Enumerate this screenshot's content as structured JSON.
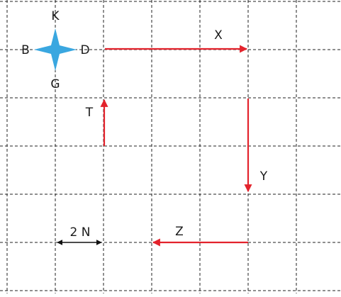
{
  "compass": {
    "north": "K",
    "south": "G",
    "west": "B",
    "east": "D",
    "color": "#3aa7e0"
  },
  "scale": {
    "label": "2 N",
    "grid_squares": 1
  },
  "vectors": [
    {
      "id": "X",
      "label": "X",
      "direction": "east",
      "length_squares": 3
    },
    {
      "id": "Y",
      "label": "Y",
      "direction": "south",
      "length_squares": 2
    },
    {
      "id": "Z",
      "label": "Z",
      "direction": "west",
      "length_squares": 2
    },
    {
      "id": "T",
      "label": "T",
      "direction": "north",
      "length_squares": 1
    }
  ],
  "colors": {
    "vector": "#e3232c",
    "grid": "#222222"
  }
}
